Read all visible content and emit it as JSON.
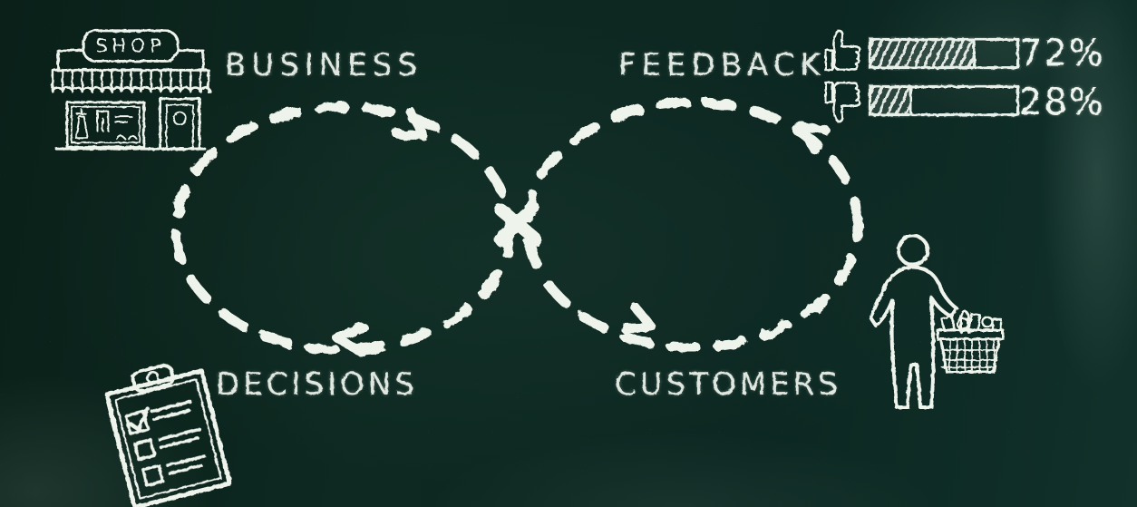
{
  "board": {
    "background_color": "#0c2620",
    "chalk_color": "#ecf2ec"
  },
  "labels": {
    "business": "BUSINESS",
    "feedback": "FEEDBACK",
    "decisions": "DECISIONS",
    "customers": "CUSTOMERS"
  },
  "shop": {
    "sign_text": "SHOP"
  },
  "feedback_meter": {
    "thumbs_up": {
      "percent_label": "72%",
      "value": 72
    },
    "thumbs_down": {
      "percent_label": "28%",
      "value": 28
    }
  },
  "chart_data": {
    "type": "bar",
    "categories": [
      "thumbs_up",
      "thumbs_down"
    ],
    "values": [
      72,
      28
    ],
    "unit": "%"
  },
  "icons": {
    "shop": "shop-storefront-icon",
    "clipboard": "clipboard-checklist-icon",
    "customer": "customer-with-basket-icon",
    "thumbs_up": "thumbs-up-icon",
    "thumbs_down": "thumbs-down-icon",
    "loop": "infinity-loop",
    "cross": "center-cross-icon"
  }
}
